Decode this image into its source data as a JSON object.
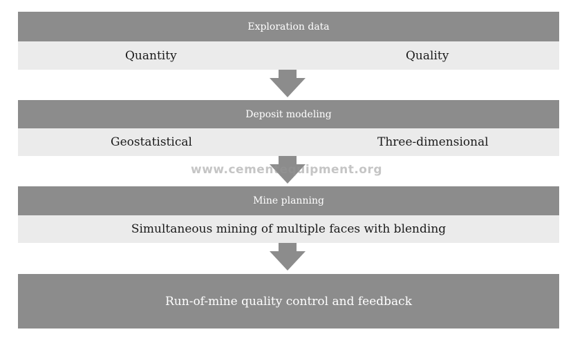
{
  "stages": [
    {
      "header": "Exploration data",
      "items": [
        "Quantity",
        "Quality"
      ]
    },
    {
      "header": "Deposit modeling",
      "items": [
        "Geostatistical",
        "Three-dimensional"
      ]
    },
    {
      "header": "Mine planning",
      "items": [
        "Simultaneous mining of multiple faces with blending"
      ]
    }
  ],
  "final_stage": "Run-of-mine quality control and feedback",
  "watermark": "www.cementequipment.org",
  "colors": {
    "header_fill": "#8c8c8c",
    "band_fill": "#ebebeb",
    "arrow_fill": "#8c8c8c",
    "header_text": "#ffffff",
    "body_text": "#1a1a1a"
  }
}
